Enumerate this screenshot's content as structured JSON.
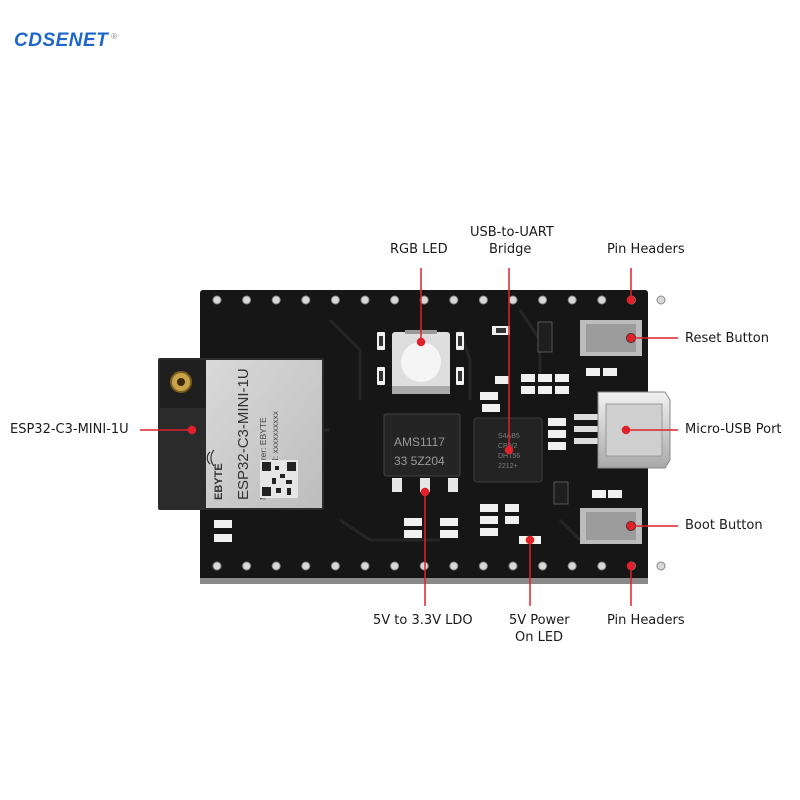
{
  "brand": {
    "name": "CDSENET",
    "mark": "®"
  },
  "module": {
    "model": "ESP32-C3-MINI-1U",
    "manufacturer_line": "Manufacturer: EBYTE",
    "sn_line": "SN: xxxxxxxxxx",
    "logo_text": "EBYTE"
  },
  "chips": {
    "ldo_line1": "AMS1117",
    "ldo_line2": "33 5Z204",
    "bridge_line1": "S4AB5",
    "bridge_line2": "CP9/2",
    "bridge_line3": "DHT56",
    "bridge_line4": "2212+"
  },
  "labels": {
    "rgb_led": "RGB LED",
    "usb_uart_1": "USB-to-UART",
    "usb_uart_2": "Bridge",
    "pin_headers_top": "Pin Headers",
    "reset_button": "Reset Button",
    "micro_usb": "Micro-USB Port",
    "module": "ESP32-C3-MINI-1U",
    "boot_button": "Boot Button",
    "ldo": "5V to 3.3V LDO",
    "power_led_1": "5V Power",
    "power_led_2": "On LED",
    "pin_headers_bottom": "Pin Headers"
  },
  "colors": {
    "callout": "#e0202a",
    "pcb": "#161616",
    "brand": "#1e66c9"
  }
}
